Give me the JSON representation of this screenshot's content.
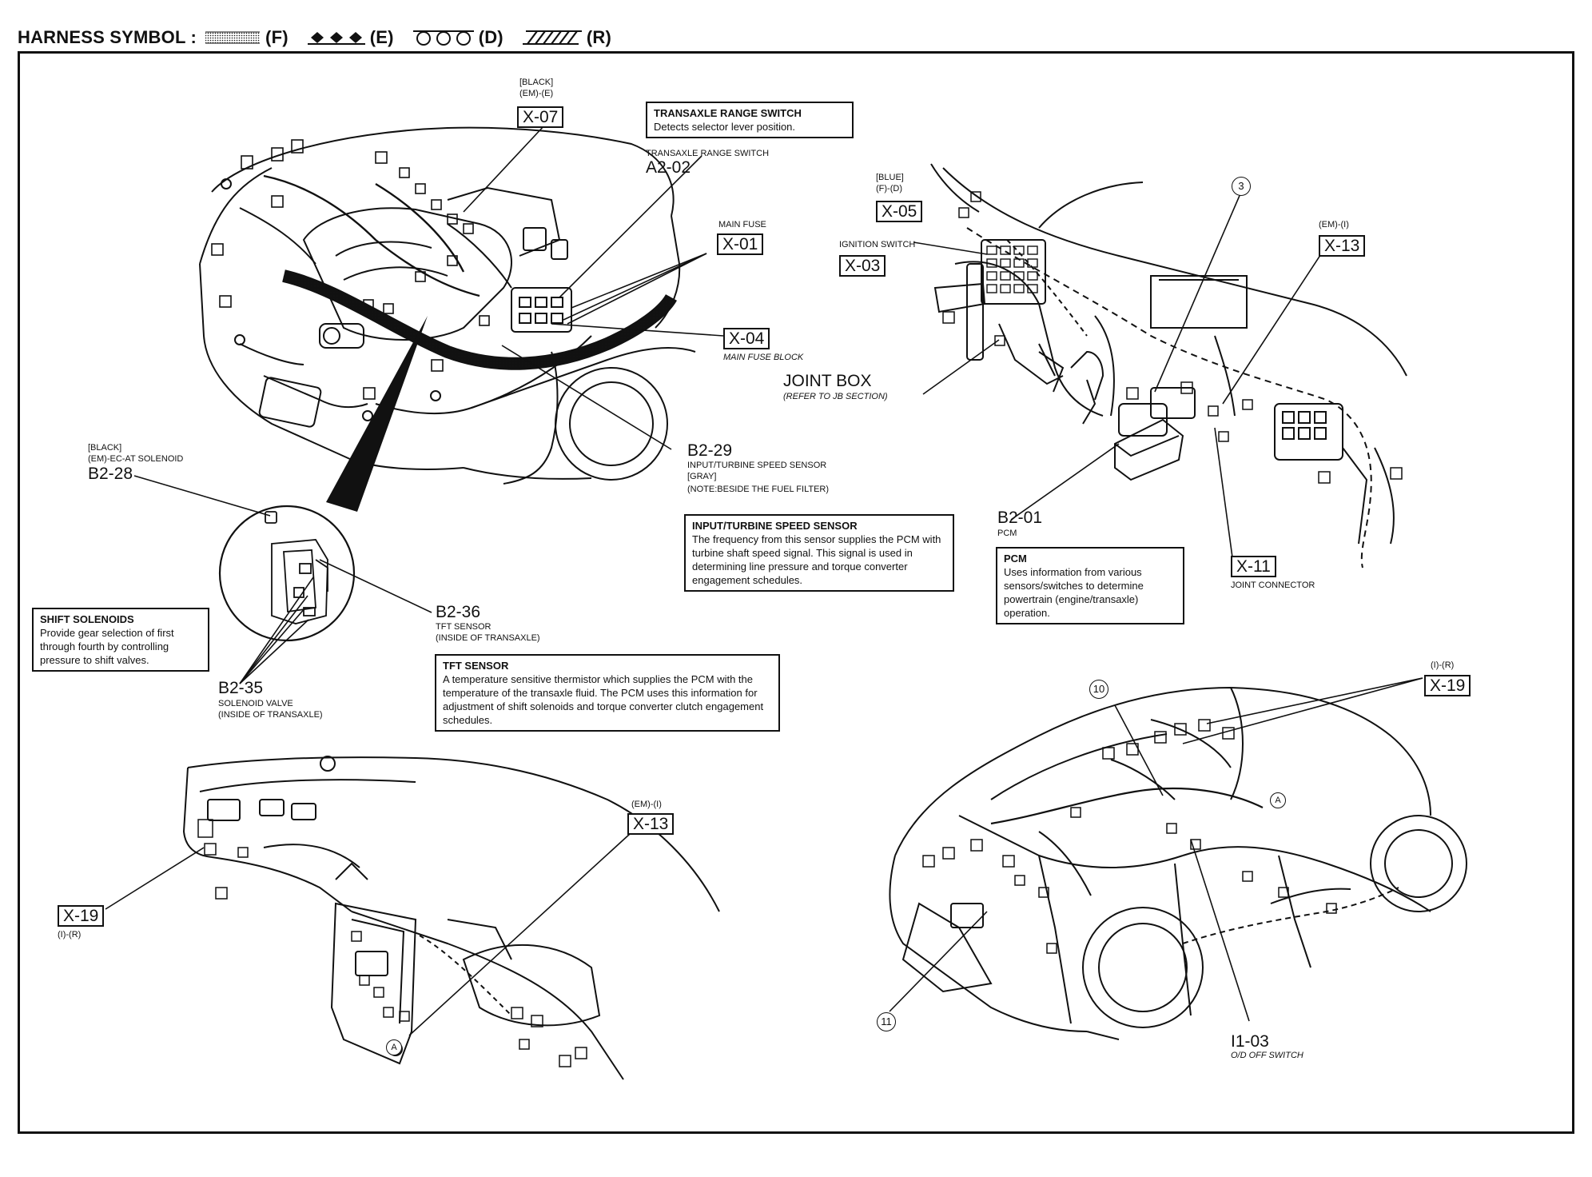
{
  "legend": {
    "title": "HARNESS SYMBOL :",
    "items": [
      {
        "code": "(F)",
        "pattern": "dotted"
      },
      {
        "code": "(E)",
        "pattern": "diamonds"
      },
      {
        "code": "(D)",
        "pattern": "circles"
      },
      {
        "code": "(R)",
        "pattern": "hatched"
      }
    ]
  },
  "callouts": {
    "x07": {
      "color": "[BLACK]",
      "harness": "(EM)-(E)",
      "id": "X-07"
    },
    "a202": {
      "desc": "TRANSAXLE RANGE SWITCH",
      "id": "A2-02"
    },
    "x01": {
      "desc": "MAIN FUSE",
      "id": "X-01"
    },
    "x04": {
      "id": "X-04",
      "desc": "MAIN FUSE BLOCK"
    },
    "x05": {
      "color": "[BLUE]",
      "harness": "(F)-(D)",
      "id": "X-05"
    },
    "x03": {
      "desc": "IGNITION SWITCH",
      "id": "X-03"
    },
    "joint_box": {
      "id": "JOINT BOX",
      "desc": "(REFER TO JB SECTION)"
    },
    "num3": "3",
    "x13_top": {
      "harness": "(EM)-(I)",
      "id": "X-13"
    },
    "b228": {
      "color": "[BLACK]",
      "desc": "(EM)-EC-AT SOLENOID",
      "id": "B2-28"
    },
    "b229": {
      "id": "B2-29",
      "desc": "INPUT/TURBINE SPEED SENSOR",
      "color": "[GRAY]",
      "note": "(NOTE:BESIDE THE FUEL FILTER)"
    },
    "b201": {
      "id": "B2-01",
      "desc": "PCM"
    },
    "x11": {
      "id": "X-11",
      "desc": "JOINT CONNECTOR"
    },
    "b236": {
      "id": "B2-36",
      "desc": "TFT SENSOR",
      "loc": "(INSIDE OF TRANSAXLE)"
    },
    "b235": {
      "id": "B2-35",
      "desc": "SOLENOID VALVE",
      "loc": "(INSIDE OF TRANSAXLE)"
    },
    "x19_right": {
      "harness": "(I)-(R)",
      "id": "X-19"
    },
    "num10": "10",
    "x13_bottom": {
      "harness": "(EM)-(I)",
      "id": "X-13"
    },
    "x19_left": {
      "id": "X-19",
      "harness": "(I)-(R)"
    },
    "num11": "11",
    "i103": {
      "id": "I1-03",
      "desc": "O/D OFF SWITCH"
    },
    "a_marker": "A"
  },
  "notes": {
    "trs": {
      "title": "TRANSAXLE RANGE SWITCH",
      "body": "Detects selector lever position."
    },
    "itss": {
      "title": "INPUT/TURBINE SPEED SENSOR",
      "body": "The frequency from this sensor supplies the PCM with turbine shaft speed signal. This signal is used in determining line pressure and torque converter engagement schedules."
    },
    "pcm": {
      "title": "PCM",
      "body": "Uses information from various sensors/switches to determine powertrain (engine/transaxle) operation."
    },
    "shift": {
      "title": "SHIFT SOLENOIDS",
      "body": "Provide gear selection of first through fourth by controlling pressure to shift valves."
    },
    "tft": {
      "title": "TFT SENSOR",
      "body": "A temperature sensitive thermistor which supplies the PCM with the temperature of the transaxle fluid. The PCM uses this information for adjustment of shift solenoids and torque converter clutch engagement schedules."
    }
  }
}
